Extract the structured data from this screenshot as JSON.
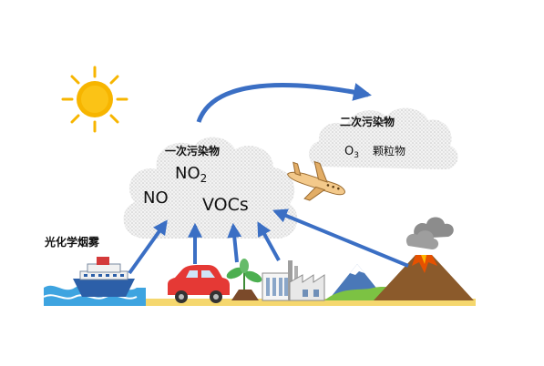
{
  "labels": {
    "primary_pollutants": "一次污染物",
    "secondary_pollutants": "二次污染物",
    "photochemical_smog": "光化学烟雾",
    "no": "NO",
    "no2_base": "NO",
    "no2_sub": "2",
    "vocs": "VOCs",
    "o3_base": "O",
    "o3_sub": "3",
    "particulates": "颗粒物"
  },
  "icons": [
    "sun-icon",
    "ship-icon",
    "car-icon",
    "plant-icon",
    "factory-icon",
    "mountain-icon",
    "volcano-icon",
    "airplane-icon"
  ],
  "colors": {
    "arrow": "#3b6fc4",
    "sun": "#f7b500",
    "sea": "#3ea4e0",
    "car": "#e53935",
    "ground": "#f5d76e",
    "mountain": "#4a78b8"
  }
}
